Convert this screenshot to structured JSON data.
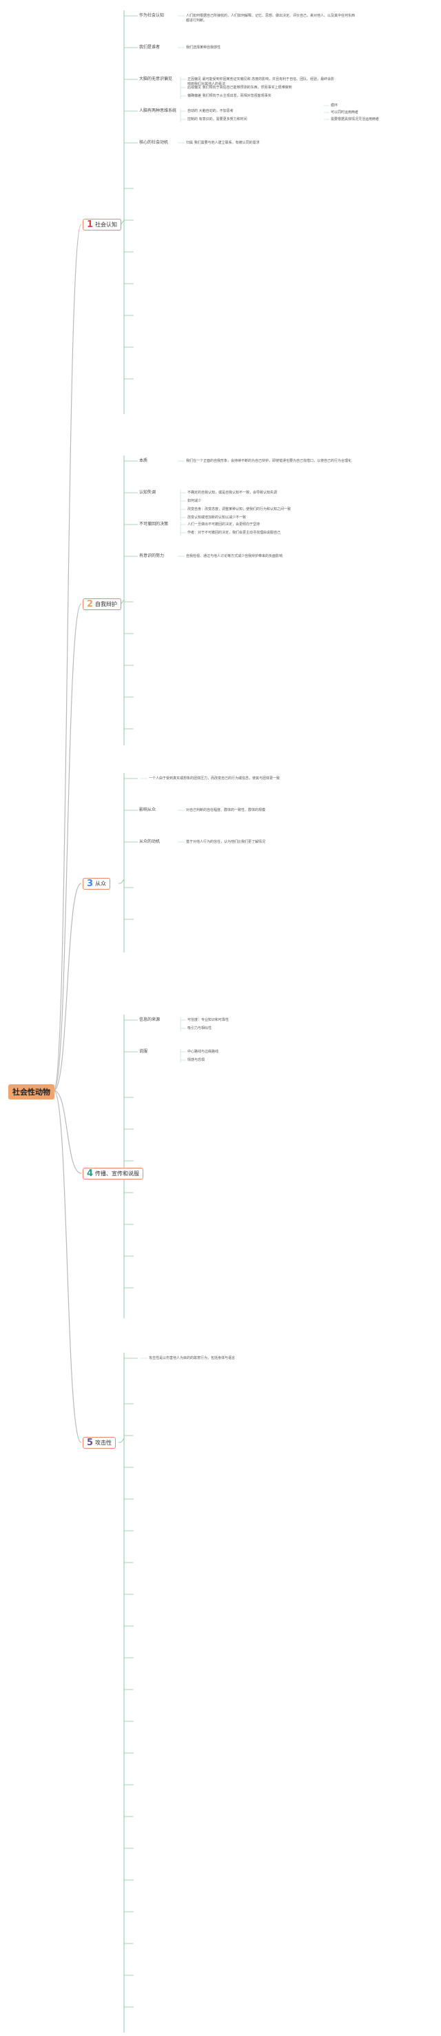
{
  "root": {
    "label": "社会性动物"
  },
  "branches": [
    {
      "num": "1",
      "num_color": "#e63946",
      "label": "社会认知",
      "children": [
        {
          "label": "作为社会认知",
          "text": "人们如何根据自己所接收的，人们如何解释、记忆、思想、做出决定、评价自己，来对他人、以及其中任何东西都进行判断。"
        },
        {
          "label": "我们是谁者",
          "text": "我们选择某种自我感性"
        },
        {
          "label": "大脑的无意识偏见",
          "items": [
            "正因偏见 最可能受到你因某些证实偏见和 态度的影响，并且有利于自信、团队、经验，最终会影响到我们对其他人的看法",
            "后视偏见 我们倾向于高估自己能够预测的东西，然而事实上很难做到",
            "偏确偏差 我们倾向于从主观出发，而相对忽视客观事实"
          ]
        },
        {
          "label": "人脑有两种思维系统",
          "items": [
            "自动的 大脑自动的，不加思考",
            "控制的 有意识的，需要更多努力和时间"
          ],
          "notes": [
            "循环",
            "可以同时运用两者",
            "需要根据具体情况灵活运用两者"
          ]
        },
        {
          "label": "核心的社会动机",
          "text": "归属 我们需要与他人建立联系，有被认同的需求"
        }
      ]
    },
    {
      "num": "2",
      "num_color": "#f4a261",
      "label": "自我辩护",
      "children": [
        {
          "label": "本质",
          "text": "我们在一个正面的自我形象，会持续不断的为自己辩护，即使错误也要为自己找借口，以使自己的行为合理化"
        },
        {
          "label": "认知失调",
          "items": [
            "不确定的自我认知，或是自我认知不一致，会导致认知失调",
            "如何减少",
            "改变自身：改变态度；调整某种认知；使我们的行为和认知之间一致",
            "改变认知或增加新的认知以减少不一致"
          ]
        },
        {
          "label": "不可撤回的决策",
          "items": [
            "人们一旦做出不可撤回的决定，会更倾向于坚持",
            "作者：对于不可撤回的决定，我们会更主动寻找理由说服自己"
          ]
        },
        {
          "label": "有意识的努力",
          "text": "自我检视、通过与他人讨论等方式减少自我辩护带来的负面影响"
        }
      ]
    },
    {
      "num": "3",
      "num_color": "#3a86ff",
      "label": "从众",
      "children": [
        {
          "label": "",
          "text": "一个人由于受到真实或想象的团体压力，而改变自己的行为或信念，使其与团体更一致"
        },
        {
          "label": "影响从众",
          "text": "对自己判断的自信程度、群体的一致性、群体的规模"
        },
        {
          "label": "从众的动机",
          "text": "基于对他人行为的信任，认为他们比我们更了解情况"
        }
      ]
    },
    {
      "num": "4",
      "num_color": "#2a9d8f",
      "label": "传播、宣传和说服",
      "children": [
        {
          "label": "信息的来源",
          "items": [
            "可信度：专业知识和可靠性",
            "吸引力与相似性"
          ]
        },
        {
          "label": "说服",
          "items": [
            "中心路线与边缘路线",
            "情感与恐惧"
          ]
        }
      ]
    },
    {
      "num": "5",
      "num_color": "#6a4c93",
      "label": "攻击性",
      "children": [
        {
          "label": "",
          "text": "攻击性是以伤害他人为目的的故意行为，包括身体与语言"
        }
      ]
    }
  ]
}
